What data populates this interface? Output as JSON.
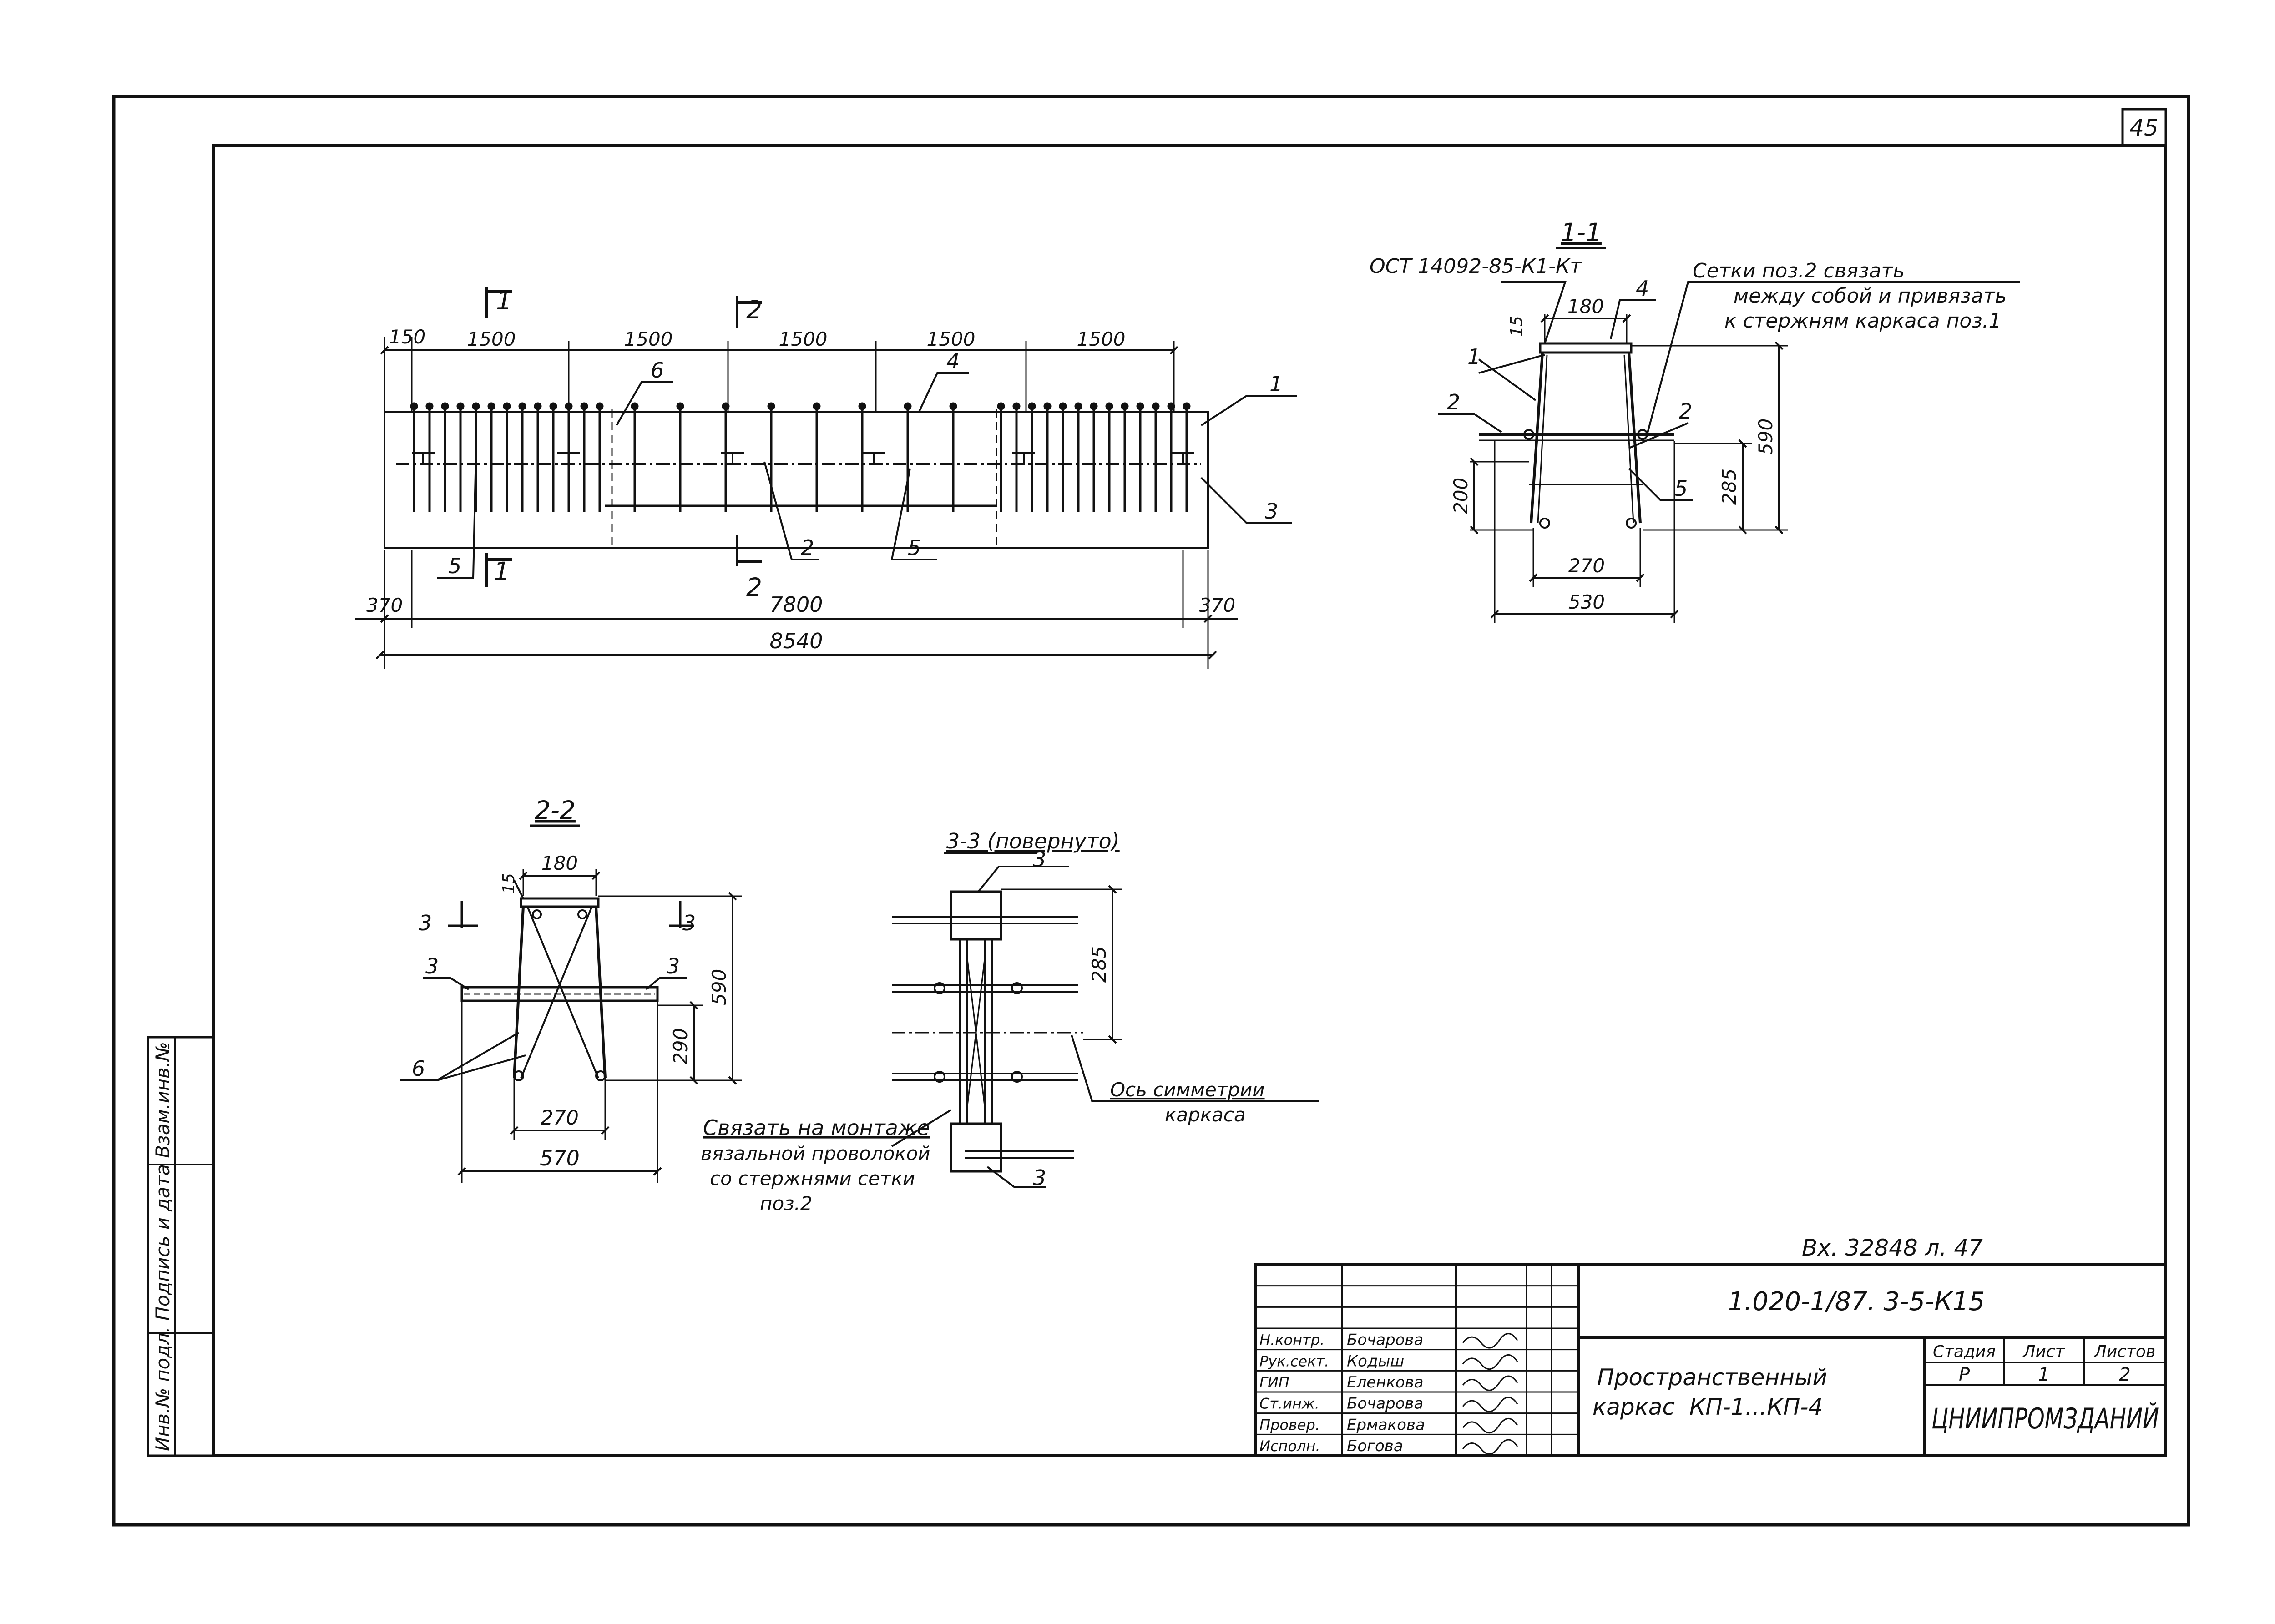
{
  "sheet": {
    "page_number": "45",
    "stamp_vertical": "Инв.№ подл. Подпись и дата Взам.инв.№",
    "registry_note": "Вх. 32848 л. 47"
  },
  "elevation": {
    "section_marks": [
      "1",
      "2",
      "1",
      "2"
    ],
    "top_dims": [
      "150",
      "1500",
      "1500",
      "1500",
      "1500",
      "1500"
    ],
    "bottom_dims": {
      "left_overhang": "370",
      "inner": "7800",
      "right_overhang": "370",
      "total": "8540"
    },
    "callouts": [
      "1",
      "2",
      "3",
      "4",
      "5",
      "5",
      "6"
    ]
  },
  "section_1_1": {
    "title": "1-1",
    "mesh_mark": "ОСТ 14092-85-К1-Кт",
    "note_line1": "Сетки поз.2 связать",
    "note_line2": "между собой и привязать",
    "note_line3": "к стержням каркаса поз.1",
    "dims": {
      "top_width": "180",
      "top_offset": "15",
      "height": "590",
      "lower_height": "285",
      "left_height": "200",
      "inner_width": "270",
      "outer_width": "530"
    },
    "callouts": [
      "1",
      "2",
      "2",
      "4",
      "5"
    ]
  },
  "section_2_2": {
    "title": "2-2",
    "dims": {
      "top_width": "180",
      "top_offset": "15",
      "height": "590",
      "lower_height": "290",
      "inner_width": "270",
      "outer_width": "570"
    },
    "callouts": [
      "3",
      "3",
      "3",
      "3",
      "6"
    ],
    "note_line1": "Связать на монтаже",
    "note_line2": "вязальной проволокой",
    "note_line3": "со стержнями сетки",
    "note_line4": "поз.2"
  },
  "section_3_3": {
    "title": "3-3 (повернуто)",
    "dims": {
      "height": "285"
    },
    "callouts": [
      "3",
      "3"
    ],
    "axis_label_line1": "Ось симметрии",
    "axis_label_line2": "каркаса"
  },
  "title_block": {
    "document_code": "1.020-1/87. 3-5-К15",
    "drawing_title_line1": "Пространственный",
    "drawing_title_line2": "каркас  КП-1...КП-4",
    "stage_header": "Стадия",
    "sheet_header": "Лист",
    "sheets_header": "Листов",
    "stage": "Р",
    "sheet": "1",
    "sheets": "2",
    "organization": "ЦНИИПРОМЗДАНИЙ",
    "staff": [
      {
        "role": "Н.контр.",
        "name": "Бочарова"
      },
      {
        "role": "Рук.сект.",
        "name": "Кодыш"
      },
      {
        "role": "ГИП",
        "name": "Еленкова"
      },
      {
        "role": "Ст.инж.",
        "name": "Бочарова"
      },
      {
        "role": "Провер.",
        "name": "Ермакова"
      },
      {
        "role": "Исполн.",
        "name": "Богова"
      }
    ]
  }
}
